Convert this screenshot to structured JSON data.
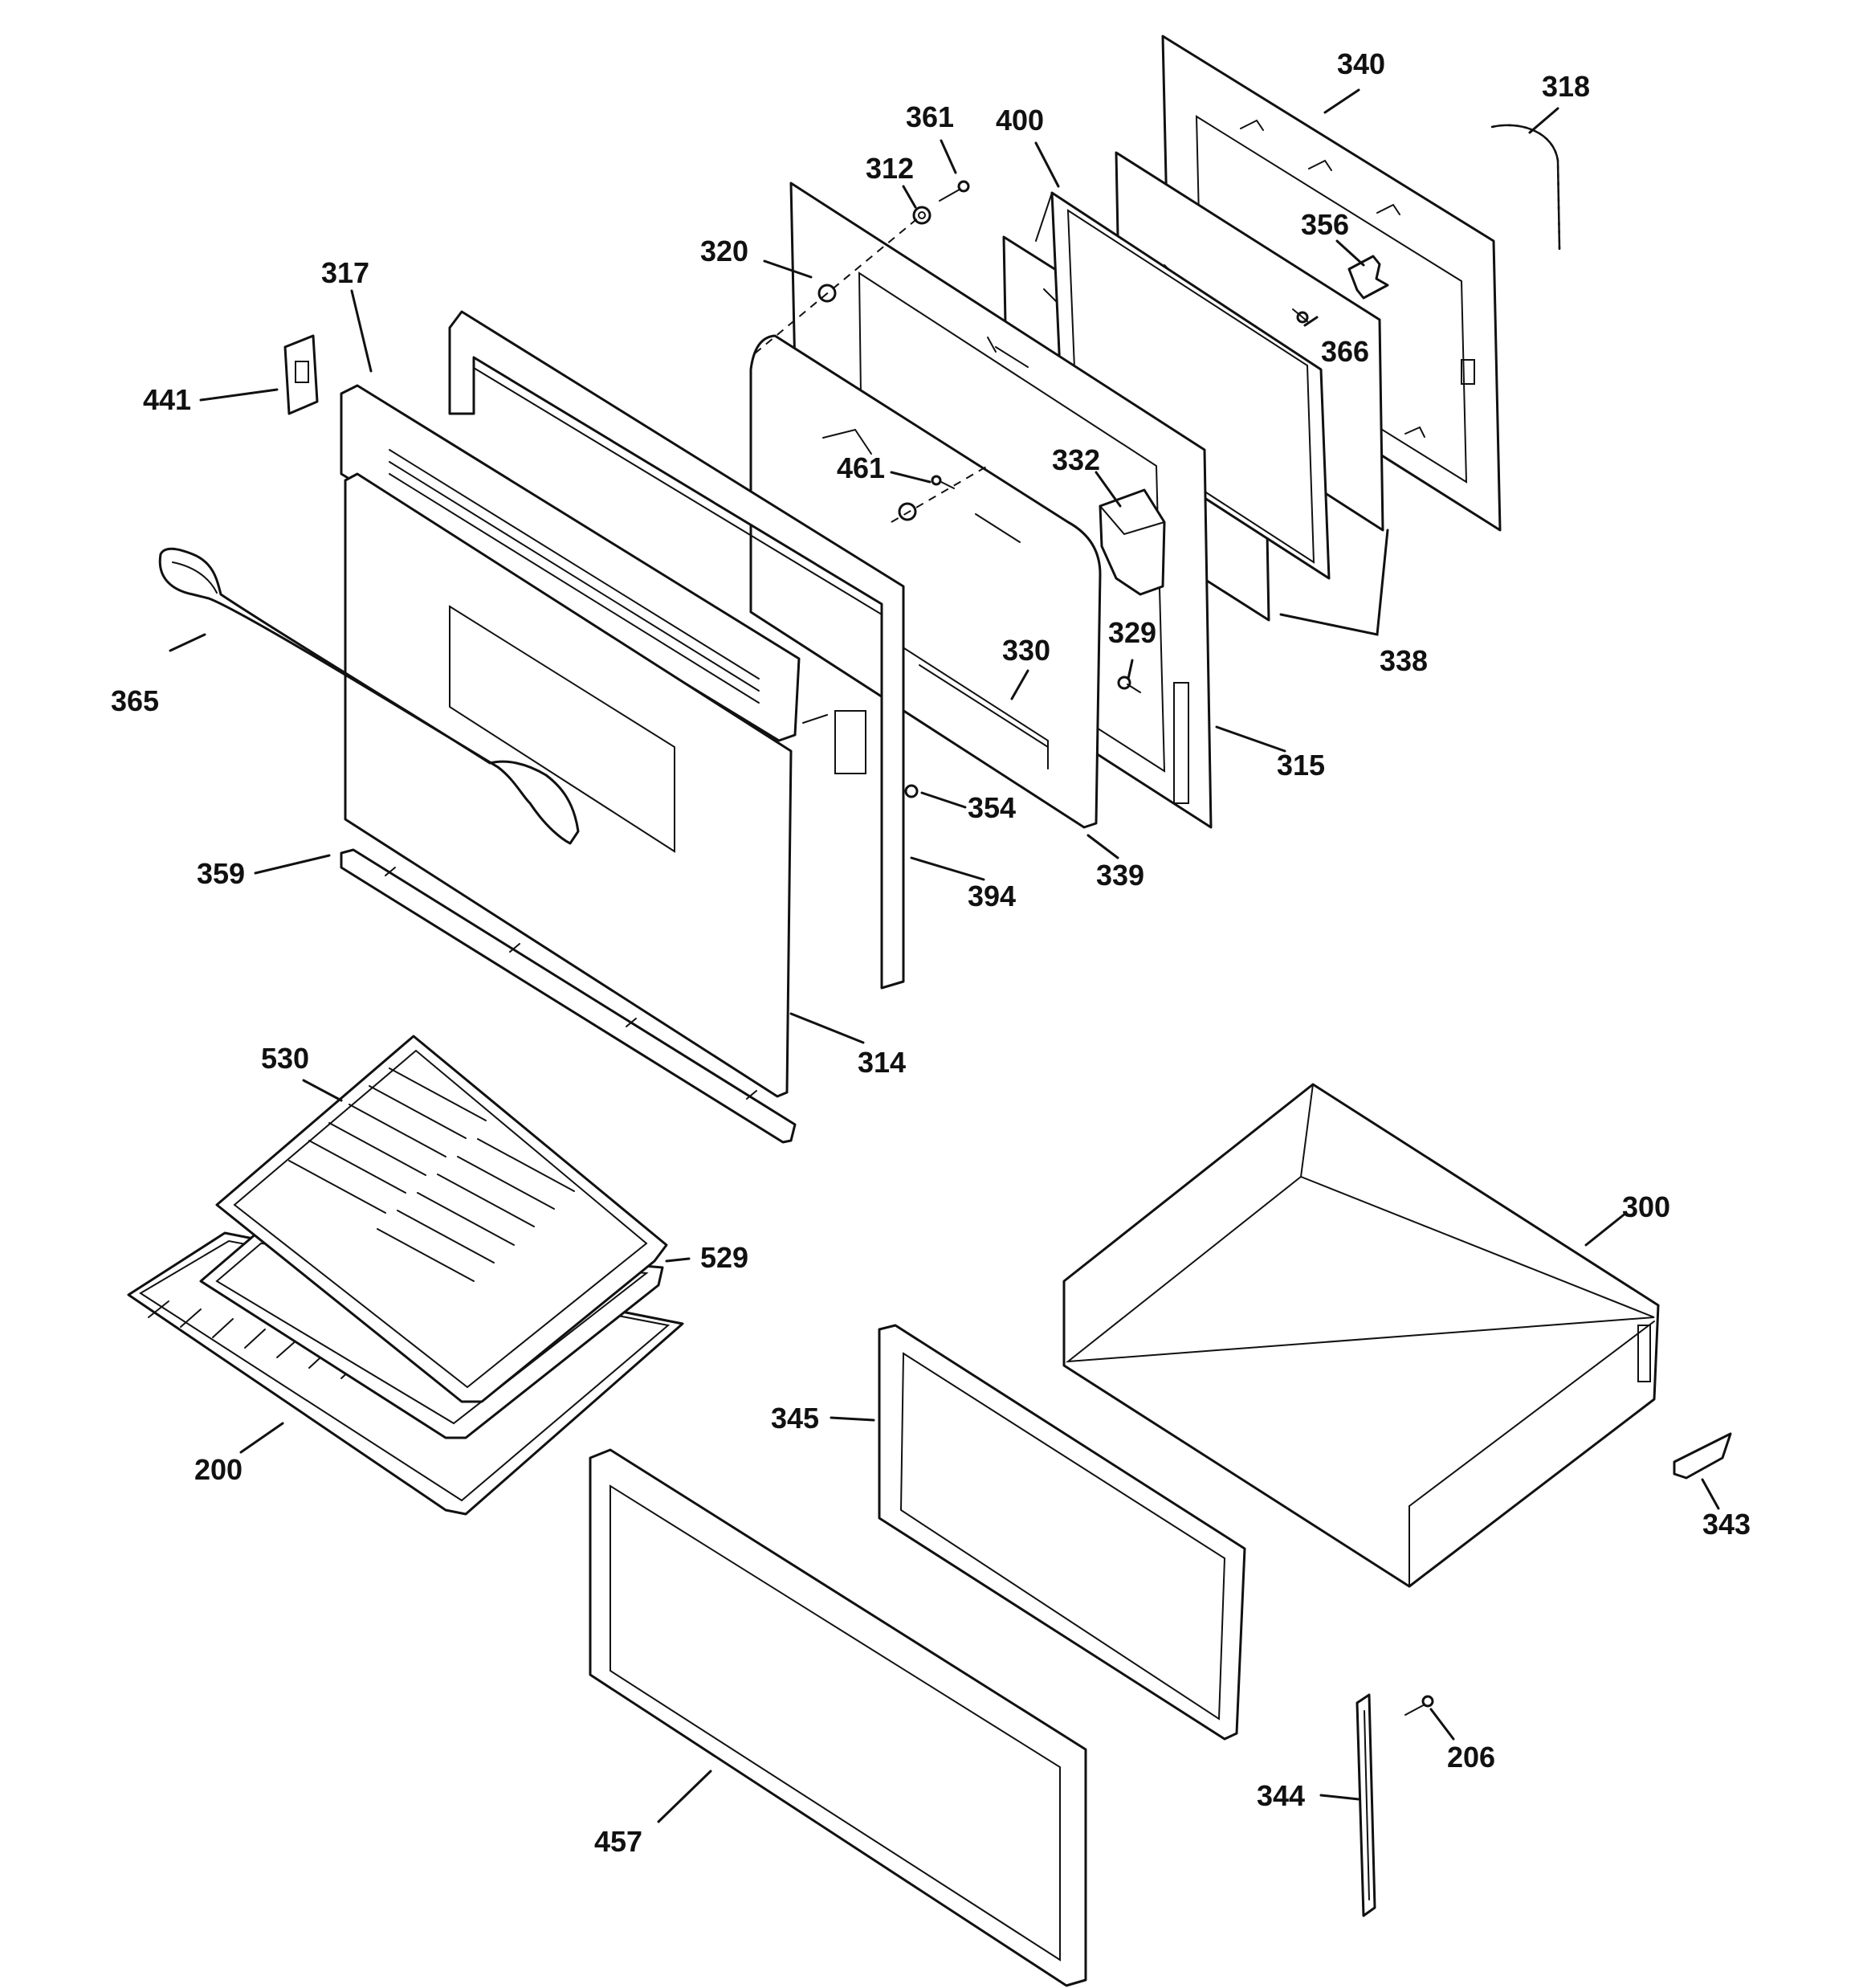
{
  "callouts": {
    "c340": "340",
    "c318": "318",
    "c361": "361",
    "c400": "400",
    "c312": "312",
    "c356": "356",
    "c320": "320",
    "c317": "317",
    "c366": "366",
    "c441": "441",
    "c461": "461",
    "c332": "332",
    "c365": "365",
    "c329": "329",
    "c330": "330",
    "c338": "338",
    "c315": "315",
    "c354": "354",
    "c359": "359",
    "c339": "339",
    "c394": "394",
    "c314": "314",
    "c530": "530",
    "c300": "300",
    "c529": "529",
    "c345": "345",
    "c200": "200",
    "c343": "343",
    "c206": "206",
    "c344": "344",
    "c457": "457"
  }
}
